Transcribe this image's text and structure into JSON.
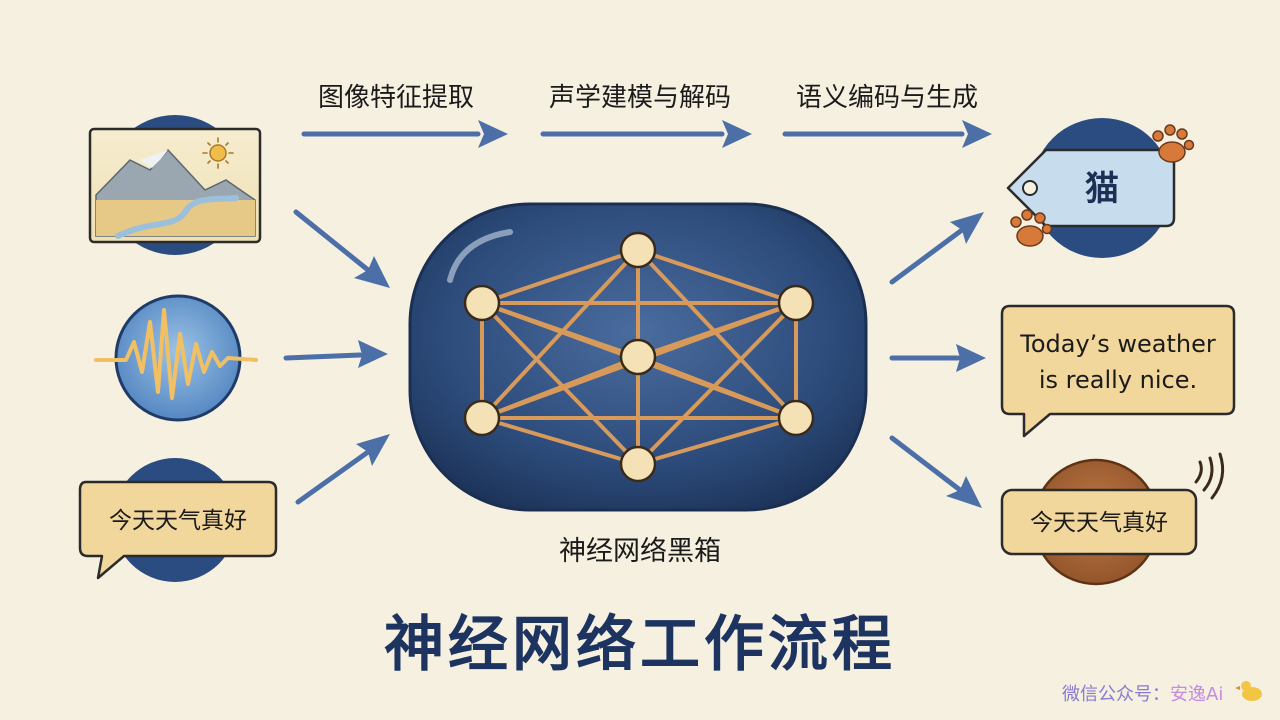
{
  "title": "神经网络工作流程",
  "stages": [
    {
      "label": "图像特征提取"
    },
    {
      "label": "声学建模与解码"
    },
    {
      "label": "语义编码与生成"
    }
  ],
  "inputs": {
    "image": {
      "icon": "landscape-image-icon"
    },
    "audio": {
      "icon": "sound-wave-icon"
    },
    "text": {
      "label": "今天天气真好",
      "icon": "speech-bubble-icon"
    }
  },
  "black_box": {
    "label": "神经网络黑箱",
    "icon": "neural-network-icon"
  },
  "outputs": {
    "tag": {
      "label": "猫",
      "icon": "paw-print-icon"
    },
    "translation": {
      "line1": "Today’s weather",
      "line2": "is really nice."
    },
    "speech": {
      "label": "今天天气真好",
      "icon": "sound-waves-icon"
    }
  },
  "watermark": {
    "prefix": "微信公众号：",
    "name": "安逸Ai",
    "icon": "duck-icon"
  },
  "colors": {
    "background": "#f6f0e1",
    "navy": "#2a4c80",
    "arrow": "#4c6fa8",
    "bubble": "#f2d79c",
    "tag": "#c7dcec",
    "brown": "#a8653a",
    "title": "#1d3461",
    "node": "#f5e1b6",
    "edge": "#d79a5a"
  }
}
